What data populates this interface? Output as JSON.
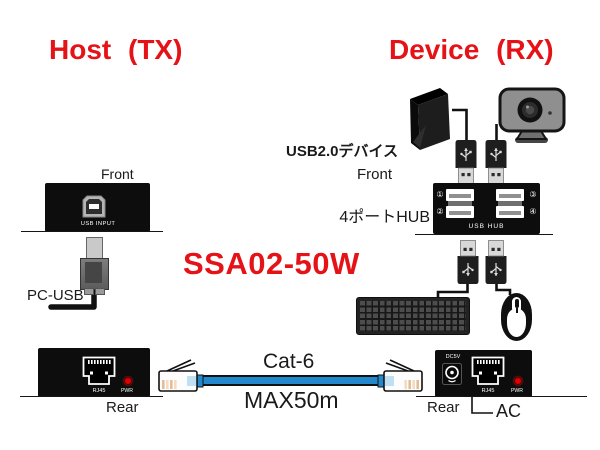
{
  "header": {
    "host_title": "Host (TX)",
    "device_title": "Device (RX)"
  },
  "model_number": "SSA02-50W",
  "colors": {
    "accent_red": "#e51317",
    "cable_blue": "#2288cc",
    "panel_black": "#0d0d0d",
    "led_red": "#e00000"
  },
  "tx_front": {
    "panel_label": "Front",
    "port_label": "USB INPUT",
    "plug_label": "PC-USB"
  },
  "tx_rear": {
    "panel_label": "Rear",
    "rj45_label": "RJ45",
    "pwr_label": "PWR"
  },
  "cable": {
    "type": "Cat-6",
    "max_length": "MAX50m"
  },
  "rx": {
    "devices_label": "USB2.0デバイス",
    "front_label": "Front",
    "hub_side_label": "4ポートHUB",
    "hub_panel_label": "USB HUB",
    "hub_port_numbers": [
      "①",
      "②",
      "③",
      "④"
    ]
  },
  "rx_rear": {
    "panel_label": "Rear",
    "dc_label": "DC5V",
    "rj45_label": "RJ45",
    "pwr_label": "PWR",
    "ac_label": "AC"
  },
  "icons": {
    "hdd": "black-3d-external-drive",
    "webcam": "gray-camera-with-lens",
    "keyboard": "dark-key-grid",
    "mouse": "two-button-mouse-with-wheel",
    "usb_a_plug": "usb-type-a-connector",
    "usb_b_plug": "usb-type-b-connector",
    "usb_b_port": "usb-type-b-socket",
    "rj45_port": "ethernet-jack",
    "rj45_connector": "clear-ethernet-plug",
    "dc_jack": "dc-barrel-socket",
    "pwr_led": "red-power-led"
  }
}
